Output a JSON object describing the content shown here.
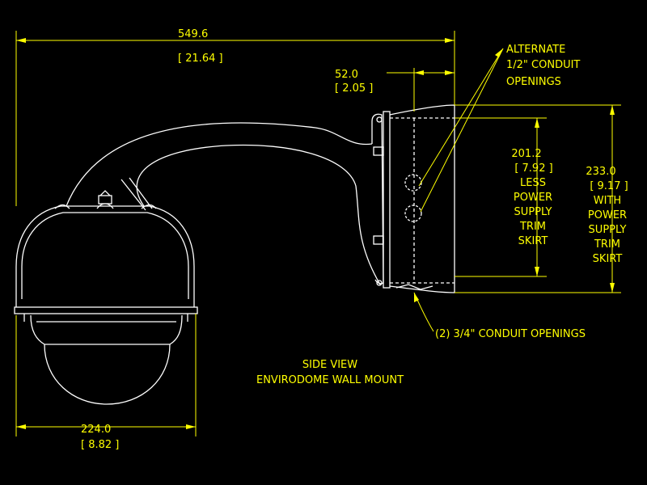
{
  "dimensions": {
    "overall_width": {
      "value": "549.6",
      "inch": "[ 21.64  ]"
    },
    "flange_depth": {
      "value": "52.0",
      "inch": "[ 2.05  ]"
    },
    "height_less_skirt": {
      "value": "201.2",
      "inch": "[ 7.92  ]",
      "lines": [
        "LESS",
        "POWER",
        "SUPPLY",
        "TRIM",
        "SKIRT"
      ]
    },
    "height_with_skirt": {
      "value": "233.0",
      "inch": "[ 9.17  ]",
      "lines": [
        "WITH",
        "POWER",
        "SUPPLY",
        "TRIM",
        "SKIRT"
      ]
    },
    "dome_width": {
      "value": "224.0",
      "inch": "[ 8.82  ]"
    }
  },
  "callouts": {
    "alternate_conduit": [
      "ALTERNATE",
      "1/2\" CONDUIT",
      "OPENINGS"
    ],
    "conduit_openings": "(2) 3/4\" CONDUIT OPENINGS"
  },
  "caption": {
    "line1": "SIDE VIEW",
    "line2": "ENVIRODOME WALL MOUNT"
  },
  "colors": {
    "background": "#000000",
    "drawing": "#ffffff",
    "dimension": "#ffff00"
  }
}
